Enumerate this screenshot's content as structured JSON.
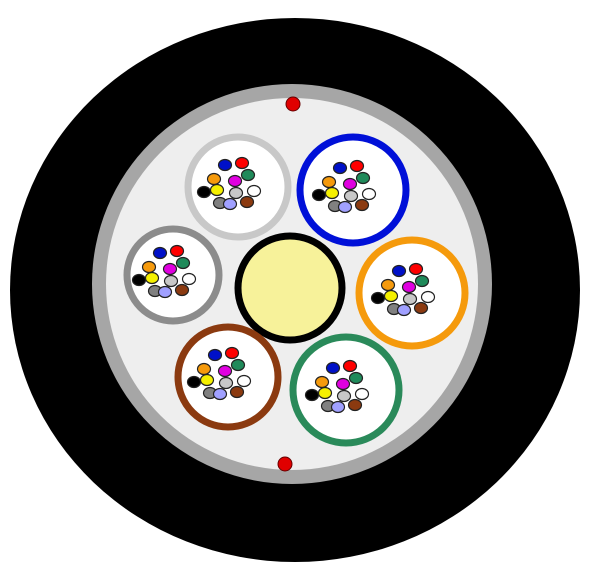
{
  "cable": {
    "jacket_color": "#000000",
    "sheath_color": "#a6a6a6",
    "filler_color": "#eeeeee",
    "ripcord_color": "#e00000",
    "central_member_color": "#f7f29a",
    "central_member_border": "#000000"
  },
  "tubes": [
    {
      "name": "tube-light-gray",
      "color": "#c8c8c8"
    },
    {
      "name": "tube-blue",
      "color": "#0010d8"
    },
    {
      "name": "tube-gray",
      "color": "#8c8c8c"
    },
    {
      "name": "tube-orange",
      "color": "#f59a0c"
    },
    {
      "name": "tube-brown",
      "color": "#8b3a10"
    },
    {
      "name": "tube-green",
      "color": "#2a8a5a"
    }
  ],
  "fibers": [
    {
      "name": "blue",
      "color": "#0010c8"
    },
    {
      "name": "red",
      "color": "#ff0000"
    },
    {
      "name": "green",
      "color": "#1f8a5a"
    },
    {
      "name": "orange",
      "color": "#f59a0c"
    },
    {
      "name": "magenta",
      "color": "#e000e0"
    },
    {
      "name": "yellow",
      "color": "#f5f000"
    },
    {
      "name": "black",
      "color": "#000000"
    },
    {
      "name": "silver",
      "color": "#c8c8c8"
    },
    {
      "name": "white",
      "color": "#ffffff"
    },
    {
      "name": "slate",
      "color": "#808080"
    },
    {
      "name": "violet",
      "color": "#a0a0ff"
    },
    {
      "name": "brown",
      "color": "#8b3a10"
    }
  ]
}
